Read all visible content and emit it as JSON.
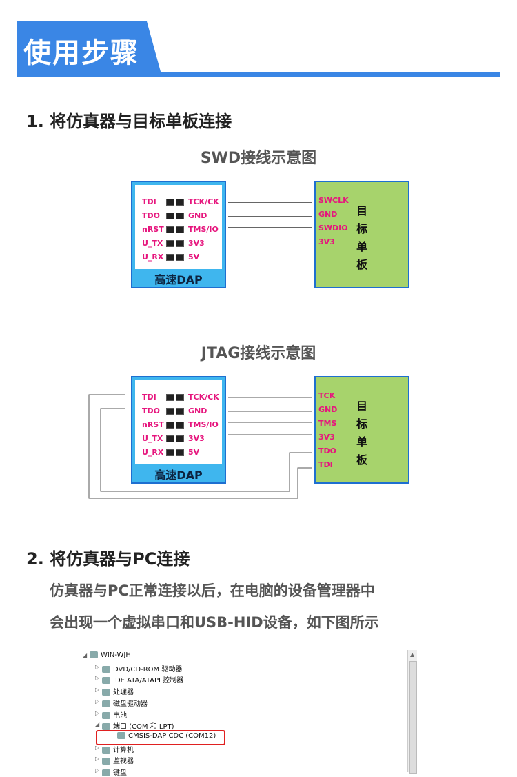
{
  "header": {
    "title": "使用步骤"
  },
  "step1": {
    "title": "1. 将仿真器与目标单板连接"
  },
  "swd": {
    "caption": "SWD接线示意图",
    "dap_left_pins": [
      "TDI",
      "TDO",
      "nRST",
      "U_TX",
      "U_RX"
    ],
    "dap_right_pins": [
      "TCK/CK",
      "GND",
      "TMS/IO",
      "3V3",
      "5V"
    ],
    "dap_label": "高速DAP",
    "board_pins": [
      "SWCLK",
      "GND",
      "SWDIO",
      "3V3"
    ],
    "board_chars": [
      "目",
      "标",
      "单",
      "板"
    ]
  },
  "jtag": {
    "caption": "JTAG接线示意图",
    "dap_left_pins": [
      "TDI",
      "TDO",
      "nRST",
      "U_TX",
      "U_RX"
    ],
    "dap_right_pins": [
      "TCK/CK",
      "GND",
      "TMS/IO",
      "3V3",
      "5V"
    ],
    "dap_label": "高速DAP",
    "board_pins": [
      "TCK",
      "GND",
      "TMS",
      "3V3",
      "TDO",
      "TDI"
    ],
    "board_chars": [
      "目",
      "标",
      "单",
      "板"
    ]
  },
  "step2": {
    "title": "2. 将仿真器与PC连接",
    "line1": "仿真器与PC正常连接以后，在电脑的设备管理器中",
    "line2": "会出现一个虚拟串口和USB-HID设备，如下图所示"
  },
  "device_manager": {
    "rows": [
      {
        "label": "WIN-WJH",
        "icon": "computer-icon"
      },
      {
        "label": "DVD/CD-ROM 驱动器",
        "icon": "dvd-icon"
      },
      {
        "label": "IDE ATA/ATAPI 控制器",
        "icon": "ide-icon"
      },
      {
        "label": "处理器",
        "icon": "cpu-icon"
      },
      {
        "label": "磁盘驱动器",
        "icon": "disk-icon"
      },
      {
        "label": "电池",
        "icon": "battery-icon"
      },
      {
        "label": "端口 (COM 和 LPT)",
        "icon": "port-icon"
      },
      {
        "label": "CMSIS-DAP CDC (COM12)",
        "icon": "port-icon"
      },
      {
        "label": "计算机",
        "icon": "computer-icon"
      },
      {
        "label": "监视器",
        "icon": "monitor-icon"
      },
      {
        "label": "键盘",
        "icon": "keyboard-icon"
      }
    ]
  },
  "colors": {
    "accent": "#3A86E5",
    "pin": "#E6157D",
    "dap": "#3FB6EE",
    "board": "#A7D36C",
    "highlight": "#E02020"
  }
}
